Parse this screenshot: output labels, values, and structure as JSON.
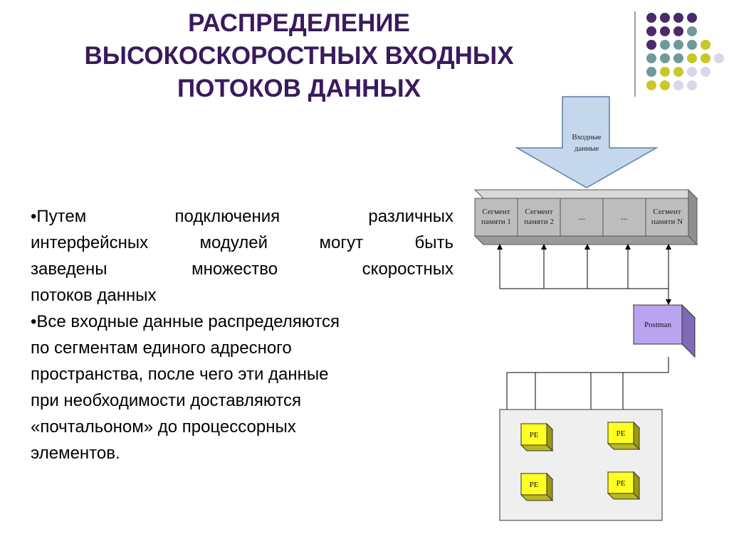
{
  "title": {
    "line1": "РАСПРЕДЕЛЕНИЕ",
    "line2": "ВЫСОКОСКОРОСТНЫХ ВХОДНЫХ",
    "line3": "ПОТОКОВ ДАННЫХ"
  },
  "colors": {
    "title": "#3a1a5c",
    "dot_purple": "#4a2a6a",
    "dot_teal": "#6f9a9a",
    "dot_lime": "#c8c828",
    "dot_lilac": "#d8d6e8",
    "memory_segment": "#bdbdbd",
    "postman": "#b9a4f0",
    "pe": "#ffff22",
    "pe_panel": "#efefef"
  },
  "bullets": [
    {
      "lines": [
        "•Путем подключения различных",
        "интерфейсных модулей могут быть",
        "заведены множество скоростных",
        "потоков данных"
      ]
    },
    {
      "lines": [
        "•Все входные данные распределяются",
        "по сегментам единого адресного",
        "пространства, после чего эти данные",
        "при необходимости доставляются",
        "«почтальоном» до процессорных",
        "элементов."
      ]
    }
  ],
  "diagram": {
    "input_label_line1": "Входные",
    "input_label_line2": "данные",
    "segments": [
      {
        "line1": "Сегмент",
        "line2": "памяти 1"
      },
      {
        "line1": "Сегмент",
        "line2": "памяти 2"
      },
      {
        "line1": "...",
        "line2": ""
      },
      {
        "line1": "...",
        "line2": ""
      },
      {
        "line1": "Сегмент",
        "line2": "памяти N"
      }
    ],
    "postman_label": "Postman",
    "pe_label": "PE"
  }
}
